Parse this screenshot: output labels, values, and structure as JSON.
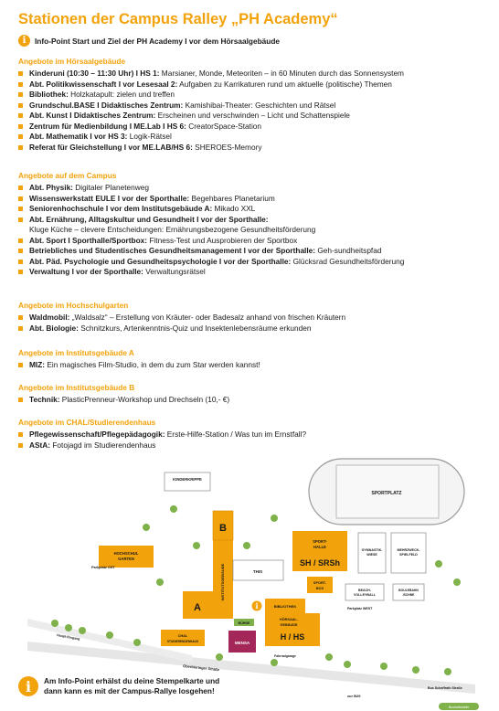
{
  "title": "Stationen der Campus Ralley „PH Academy“",
  "info_icon": "info-icon",
  "info_point": "Info-Point Start und Ziel der PH Academy I vor dem Hörsaalgebäude",
  "sections": [
    {
      "heading": "Angebote im Hörsaalgebäude",
      "items": [
        {
          "bold": "Kinderuni (10:30 – 11:30 Uhr) I HS 1:",
          "text": " Marsianer, Monde, Meteoriten – in 60 Minuten durch das Sonnensystem"
        },
        {
          "bold": "Abt. Politikwissenschaft I vor Lesesaal 2:",
          "text": " Aufgaben zu Karrikaturen rund um aktuelle (politische) Themen"
        },
        {
          "bold": "Bibliothek:",
          "text": " Holzkatapult: zielen und treffen"
        },
        {
          "bold": "Grundschul.BASE I Didaktisches Zentrum:",
          "text": " Kamishibai-Theater: Geschichten und Rätsel"
        },
        {
          "bold": "Abt. Kunst I Didaktisches Zentrum:",
          "text": " Erscheinen und verschwinden – Licht und Schattenspiele"
        },
        {
          "bold": "Zentrum für Medienbildung I ME.Lab I HS 6:",
          "text": " CreatorSpace-Station"
        },
        {
          "bold": "Abt. Mathematik I vor HS 3:",
          "text": " Logik-Rätsel"
        },
        {
          "bold": "Referat für Gleichstellung I vor ME.LAB/HS 6:",
          "text": " SHEROES-Memory"
        }
      ]
    },
    {
      "heading": "Angebote auf dem Campus",
      "items": [
        {
          "bold": "Abt. Physik:",
          "text": " Digitaler Planetenweg"
        },
        {
          "bold": "Wissenswerkstatt EULE I vor der Sporthalle:",
          "text": " Begehbares Planetarium"
        },
        {
          "bold": "Seniorenhochschule I vor dem Institutsgebäude A:",
          "text": " Mikado XXL"
        },
        {
          "bold": "Abt. Ernährung, Alltagskultur und Gesundheit I vor der Sporthalle:",
          "text": "",
          "sub": "Kluge Küche – clevere Entscheidungen: Ernährungsbezogene Gesundheitsförderung"
        },
        {
          "bold": "Abt. Sport I Sporthalle/Sportbox:",
          "text": " Fitness-Test und Ausprobieren der Sportbox"
        },
        {
          "bold": "Betriebliches und Studentisches Gesundheitsmanagement I vor der Sporthalle:",
          "text": " Geh-sundheitspfad"
        },
        {
          "bold": "Abt. Päd. Psychologie und Gesundheitspsychologie I vor der Sporthalle:",
          "text": " Glücksrad Gesundheitsförderung"
        },
        {
          "bold": "Verwaltung I vor der Sporthalle:",
          "text": " Verwaltungsrätsel"
        }
      ]
    },
    {
      "heading": "Angebote im Hochschulgarten",
      "items": [
        {
          "bold": "Waldmobil:",
          "text": " „Waldsalz“ – Erstellung von Kräuter- oder Badesalz anhand von frischen Kräutern"
        },
        {
          "bold": "Abt. Biologie:",
          "text": " Schnitzkurs, Artenkenntnis-Quiz und Insektenlebensräume erkunden"
        }
      ]
    },
    {
      "heading": "Angebote im Institutsgebäude A",
      "items": [
        {
          "bold": "MIZ:",
          "text": " Ein magisches Film-Studio, in dem du zum Star werden kannst!"
        }
      ]
    },
    {
      "heading": "Angebote im Institutsgebäude B",
      "items": [
        {
          "bold": "Technik:",
          "text": " PlasticPrenneur-Workshop und Drechseln (10,- €)"
        }
      ]
    },
    {
      "heading": "Angebote im CHAL/Studierendenhaus",
      "items": [
        {
          "bold": "Pflegewissenschaft/Pflegepädagogik:",
          "text": " Erste-Hilfe-Station / Was tun im Ernstfall?"
        },
        {
          "bold": "AStA:",
          "text": " Fotojagd im Studierendenhaus"
        }
      ]
    }
  ],
  "map": {
    "kinderkrippe": "KINDERKRIPPE",
    "sportplatz": "SPORTPLATZ",
    "hochschulgarten": [
      "HOCHSCHUL",
      "GARTEN"
    ],
    "parkplatz_ost": "Parkplatz OST",
    "parkplatz_west": "Parkplatz WEST",
    "building_b": "B",
    "building_a": "A",
    "institutsgebaeude": "INSTITUTSGEBÄUDE",
    "sporthalle": [
      "SPORT-",
      "HALLE"
    ],
    "sh_srsh": "SH / SRSh",
    "this": "THIS",
    "gymnastikwiese": [
      "GYMNASTIK-",
      "WIESE"
    ],
    "mehrzweck": [
      "MEHRZWECK-",
      "SPIELFELD"
    ],
    "sportbox": [
      "SPORT-",
      "BOX"
    ],
    "beach": [
      "BEACH-",
      "VOLLEYBALL"
    ],
    "boule": [
      "BOULEBAHN",
      "/SCHNE"
    ],
    "bibliothek": "BIBLIOTHEK",
    "chal": [
      "CHAL",
      "STUDIERENDENHAUS"
    ],
    "buehne": "BÜHNE",
    "hoersaal": [
      "HÖRSAAL-",
      "GEBÄUDE"
    ],
    "h_hs": "H / HS",
    "mensa": "MENSA",
    "fahrradgarage": "Fahrradgarage",
    "haupt_eingang": "Haupt-Eingang",
    "oberbieringer": "Oberbieringer Straße",
    "bus_stop": "Bus Schaffrath Straße",
    "zur_b29": "zur B29",
    "haltestelle": "Bushaltestelle"
  },
  "footer": [
    "Am Info-Point erhälst du deine Stempelkarte und",
    "dann kann es mit der Campus-Rallye losgehen!"
  ],
  "colors": {
    "accent": "#f2a20a",
    "mensa": "#a4275a",
    "green": "#7fb24a"
  }
}
